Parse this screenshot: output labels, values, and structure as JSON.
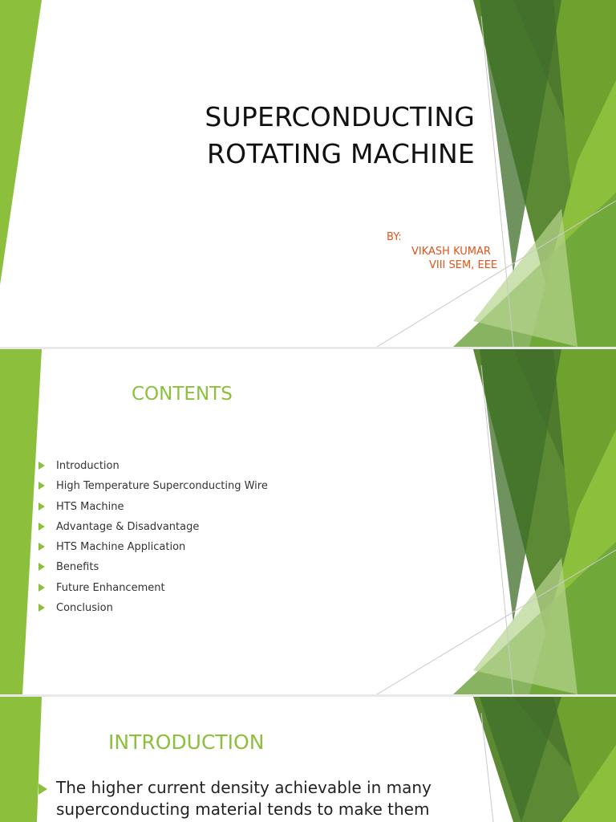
{
  "slide1": {
    "title_line1": "SUPERCONDUCTING",
    "title_line2": "ROTATING MACHINE",
    "by_label": "BY:",
    "author": "VIKASH KUMAR",
    "class": "VIII SEM, EEE"
  },
  "slide2": {
    "title": "CONTENTS",
    "items": [
      "Introduction",
      "High Temperature Superconducting Wire",
      "HTS Machine",
      "Advantage & Disadvantage",
      "HTS Machine Application",
      "Benefits",
      "Future Enhancement",
      "Conclusion"
    ]
  },
  "slide3": {
    "title": "INTRODUCTION",
    "body": "The higher current density achievable in many superconducting material tends to make them"
  },
  "colors": {
    "accent_green": "#8cc03c",
    "dark_green": "#4f7a2e",
    "author_orange": "#e2541b"
  }
}
